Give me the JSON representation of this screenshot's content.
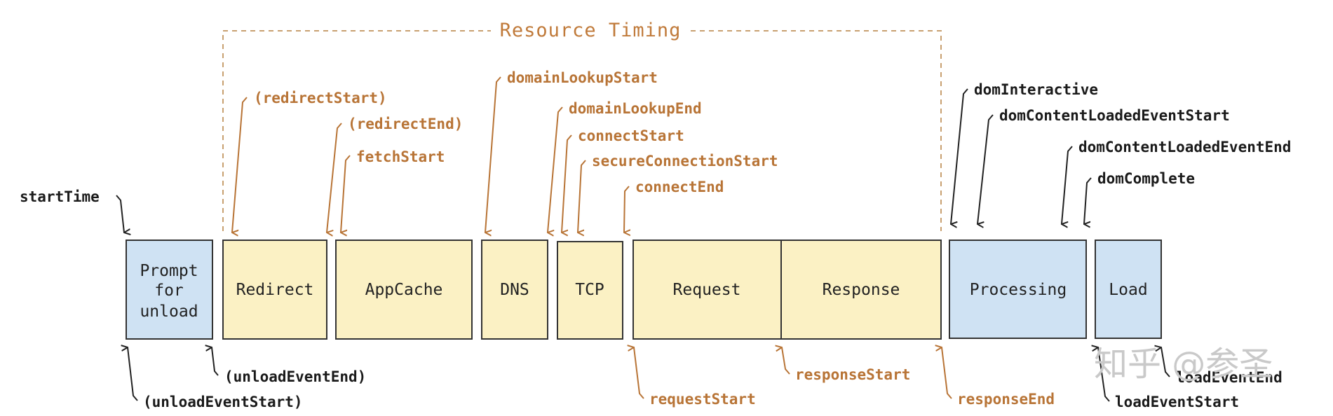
{
  "title": "Resource Timing",
  "boxes": {
    "prompt_line1": "Prompt",
    "prompt_line2": "for",
    "prompt_line3": "unload",
    "redirect": "Redirect",
    "appcache": "AppCache",
    "dns": "DNS",
    "tcp": "TCP",
    "request": "Request",
    "response": "Response",
    "processing": "Processing",
    "load": "Load"
  },
  "top_labels": {
    "startTime": "startTime",
    "redirectStart": "(redirectStart)",
    "redirectEnd": "(redirectEnd)",
    "fetchStart": "fetchStart",
    "domainLookupStart": "domainLookupStart",
    "domainLookupEnd": "domainLookupEnd",
    "connectStart": "connectStart",
    "secureConnectionStart": "secureConnectionStart",
    "connectEnd": "connectEnd",
    "domInteractive": "domInteractive",
    "domContentLoadedEventStart": "domContentLoadedEventStart",
    "domContentLoadedEventEnd": "domContentLoadedEventEnd",
    "domComplete": "domComplete"
  },
  "bottom_labels": {
    "unloadEventEnd": "(unloadEventEnd)",
    "unloadEventStart": "(unloadEventStart)",
    "requestStart": "requestStart",
    "responseStart": "responseStart",
    "responseEnd": "responseEnd",
    "loadEventEnd": "loadEventEnd",
    "loadEventStart": "loadEventStart"
  },
  "watermark": "知乎 @参圣",
  "colors": {
    "accent": "#b87436",
    "yellow_box": "#fbf1c4",
    "blue_box": "#cfe2f3"
  }
}
